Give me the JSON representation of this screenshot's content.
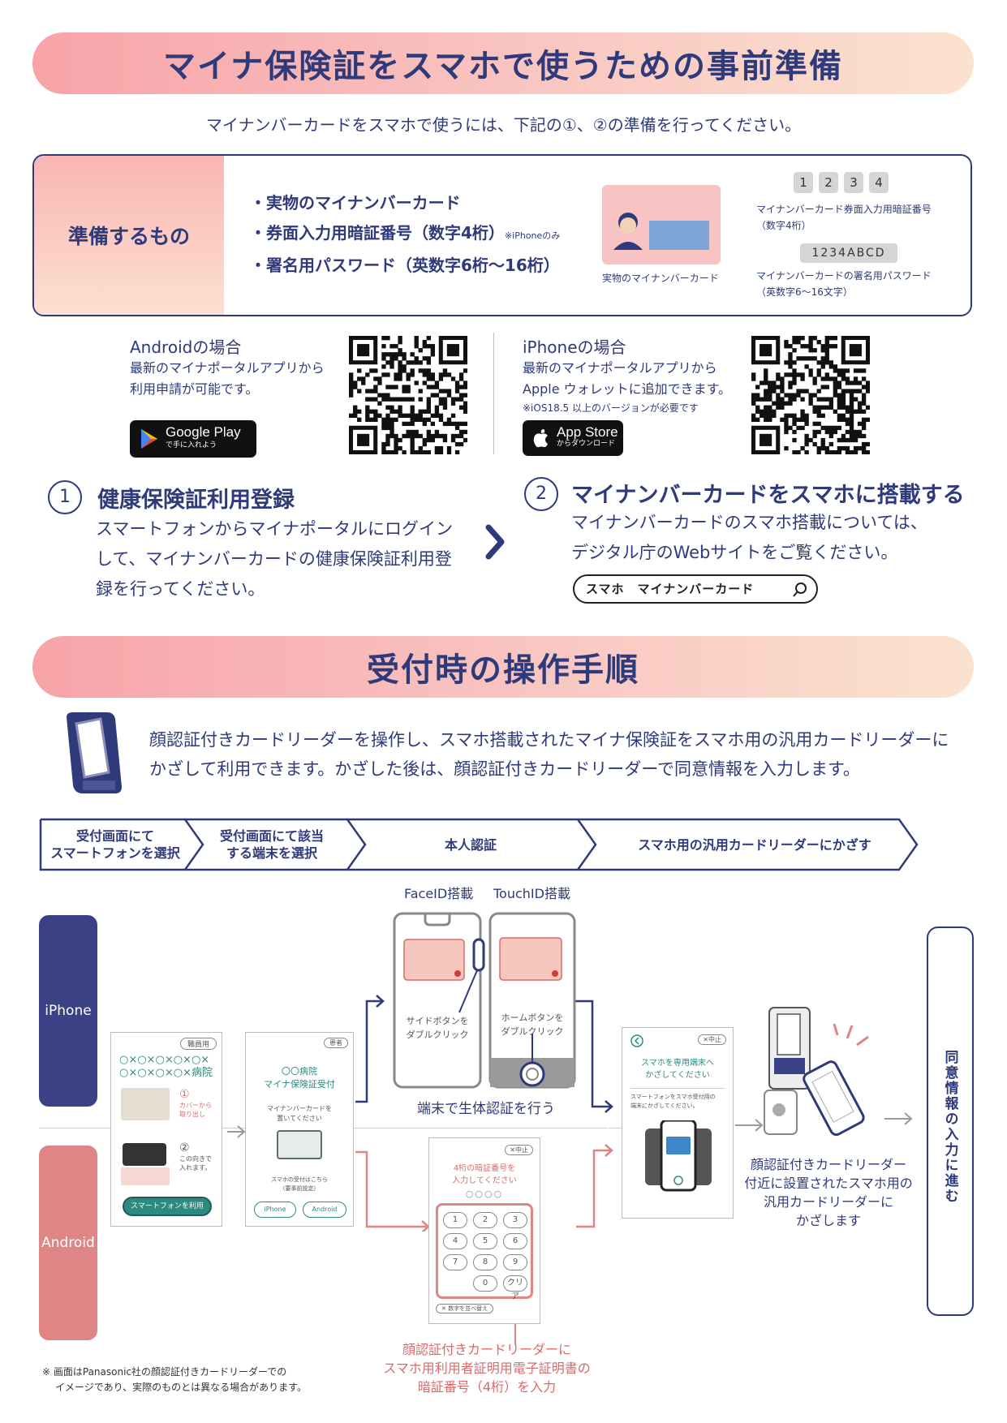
{
  "banner1": {
    "title": "マイナ保険証をスマホで使うための事前準備"
  },
  "intro": "マイナンバーカードをスマホで使うには、下記の①、②の準備を行ってください。",
  "prep": {
    "heading": "準備するもの",
    "items": [
      "・実物のマイナンバーカード",
      "・券面入力用暗証番号（数字4桁）",
      "・署名用パスワード（英数字6桁～16桁）"
    ],
    "item2_note": "※iPhoneのみ",
    "card_caption": "実物のマイナンバーカード",
    "digits": [
      "1",
      "2",
      "3",
      "4"
    ],
    "pin_caption_1": "マイナンバーカード券面入力用暗証番号",
    "pin_caption_2": "（数字4桁）",
    "password_example": "1234ABCD",
    "pw_caption_1": "マイナンバーカードの署名用パスワード",
    "pw_caption_2": "（英数字6～16文字）"
  },
  "android": {
    "title": "Androidの場合",
    "line1": "最新のマイナポータルアプリから",
    "line2": "利用申請が可能です。",
    "badge_main": "Google Play",
    "badge_sub": "で手に入れよう"
  },
  "iphone": {
    "title": "iPhoneの場合",
    "line1": "最新のマイナポータルアプリから",
    "line2": "Apple ウォレットに追加できます。",
    "note": "※iOS18.5 以上のバージョンが必要です",
    "badge_main": "App Store",
    "badge_sub": "からダウンロード"
  },
  "step1": {
    "number": "1",
    "title": "健康保険証利用登録",
    "line1": "スマートフォンからマイナポータルにログイン",
    "line2": "して、マイナンバーカードの健康保険証利用登",
    "line3": "録を行ってください。"
  },
  "step2": {
    "number": "2",
    "title": "マイナンバーカードをスマホに搭載する",
    "line1": "マイナンバーカードのスマホ搭載については、",
    "line2": "デジタル庁のWebサイトをご覧ください。",
    "search_text": "スマホ　マイナンバーカード"
  },
  "banner2": {
    "title": "受付時の操作手順"
  },
  "description": {
    "line1": "顔認証付きカードリーダーを操作し、スマホ搭載されたマイナ保険証をスマホ用の汎用カードリーダーに",
    "line2": "かざして利用できます。かざした後は、顔認証付きカードリーダーで同意情報を入力します。"
  },
  "flow_steps": [
    {
      "line1": "受付画面にて",
      "line2": "スマートフォンを選択"
    },
    {
      "line1": "受付画面にて該当",
      "line2": "する端末を選択"
    },
    {
      "line1": "本人認証",
      "line2": ""
    },
    {
      "line1": "スマホ用の汎用カードリーダーにかざす",
      "line2": ""
    }
  ],
  "tabs": {
    "iphone": "iPhone",
    "android": "Android"
  },
  "screen1": {
    "tag": "職員用",
    "hospital_1": "○×○×○×○×○×",
    "hospital_2": "○×○×○×○×病院",
    "s1_num": "①",
    "s1_text_1": "カバーから",
    "s1_text_2": "取り出し",
    "s2_num": "②",
    "s2_text_1": "この向きで",
    "s2_text_2": "入れます。",
    "button": "スマートフォンを利用"
  },
  "screen2": {
    "tag": "患者",
    "title_1": "〇〇病院",
    "title_2": "マイナ保険証受付",
    "text_1": "マイナンバーカードを",
    "text_2": "置いてください",
    "note_1": "スマホの受付はこちら",
    "note_2": "（要事前設定）",
    "btn_iphone": "iPhone",
    "btn_android": "Android"
  },
  "faceid": {
    "label": "FaceID搭載",
    "text_1": "サイドボタンを",
    "text_2": "ダブルクリック"
  },
  "touchid": {
    "label": "TouchID搭載",
    "text_1": "ホームボタンを",
    "text_2": "ダブルクリック"
  },
  "biometric_caption": "端末で生体認証を行う",
  "pin_screen": {
    "cancel": "✕中止",
    "title_1": "4桁の暗証番号を",
    "title_2": "入力してください",
    "dots": "○○○○",
    "keys": [
      "1",
      "2",
      "3",
      "4",
      "5",
      "6",
      "7",
      "8",
      "9",
      "",
      "0",
      "クリア"
    ],
    "shuffle": "✕ 数字を並べ替え"
  },
  "pin_caption": {
    "line1": "顔認証付きカードリーダーに",
    "line2": "スマホ用利用者証明用電子証明書の",
    "line3": "暗証番号（4桁）を入力"
  },
  "hold_screen": {
    "cancel": "✕中止",
    "title_1": "スマホを専用端末へ",
    "title_2": "かざしてください",
    "text_1": "スマートフォンをスマホ受付用の",
    "text_2": "端末にかざしてください。"
  },
  "reader_caption": {
    "line1": "顔認証付きカードリーダー",
    "line2": "付近に設置されたスマホ用の",
    "line3": "汎用カードリーダーに",
    "line4": "かざします"
  },
  "consent": "同意情報の入力に進む",
  "footnote": {
    "line1": "※ 画面はPanasonic社の顔認証付きカードリーダーでの",
    "line2": "イメージであり、実際のものとは異なる場合があります。"
  },
  "colors": {
    "navy": "#2f3a7a",
    "iphone_tab": "#3b4185",
    "android_tab": "#e08585",
    "teal": "#2c8a7e",
    "coral": "#d96a6a"
  }
}
